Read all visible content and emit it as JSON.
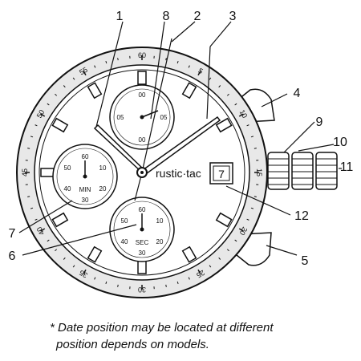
{
  "brand": "rustic·tac",
  "date_window": "7",
  "bezel_numbers": [
    "60",
    "5",
    "10",
    "15",
    "20",
    "25",
    "30",
    "35",
    "40",
    "45",
    "50",
    "55"
  ],
  "subdials": {
    "top": {
      "numbers": [
        "00",
        "05",
        "05",
        "00"
      ],
      "label": ""
    },
    "left": {
      "numbers": [
        "60",
        "10",
        "20",
        "30",
        "40",
        "50"
      ],
      "label": "MIN"
    },
    "bottom": {
      "numbers": [
        "60",
        "10",
        "20",
        "30",
        "40",
        "50"
      ],
      "label": "SEC"
    }
  },
  "callouts": [
    "1",
    "2",
    "3",
    "4",
    "5",
    "6",
    "7",
    "8",
    "9",
    "10",
    "11",
    "12"
  ],
  "footnote": {
    "line1": "* Date position may be located at different",
    "line2": "position depends on models."
  },
  "colors": {
    "ink": "#111111",
    "paper": "#ffffff",
    "bezel": "#e8e8e8"
  }
}
